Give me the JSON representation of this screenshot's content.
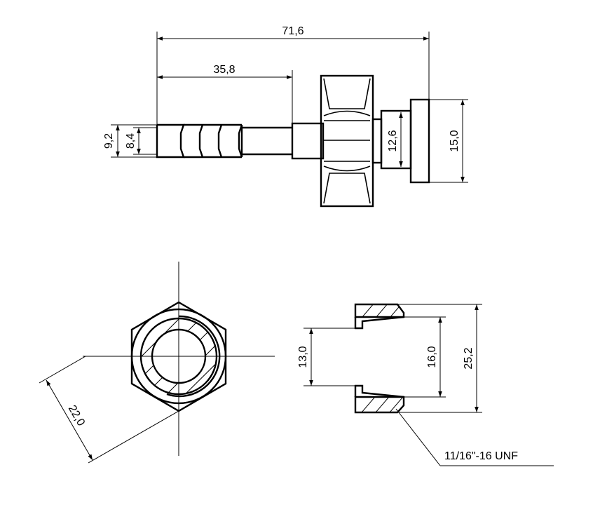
{
  "dimensions": {
    "overall_length": "71,6",
    "barb_length": "35,8",
    "barb_outer_diameter": "9,2",
    "barb_inner_diameter": "8,4",
    "spigot_diameter": "12,6",
    "flange_diameter": "15,0",
    "hex_across_corners": "22,0",
    "nut_bore": "13,0",
    "nut_thread_diameter": "16,0",
    "nut_outer_diameter": "25,2"
  },
  "callouts": {
    "thread_spec": "11/16\"-16 UNF"
  }
}
